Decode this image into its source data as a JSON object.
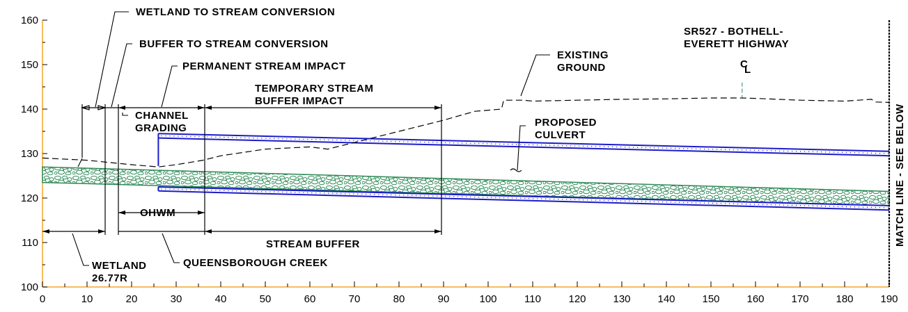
{
  "chart_data": {
    "type": "line",
    "x_ticks": [
      0,
      10,
      20,
      30,
      40,
      50,
      60,
      70,
      80,
      90,
      100,
      110,
      120,
      130,
      140,
      150,
      160,
      170,
      180,
      190
    ],
    "y_ticks": [
      100,
      110,
      120,
      130,
      140,
      150,
      160
    ],
    "xlim": [
      0,
      190
    ],
    "ylim": [
      100,
      160
    ],
    "grid": false,
    "series": [
      {
        "name": "EXISTING GROUND",
        "style": "dashed",
        "x": [
          0,
          10,
          20,
          26,
          30,
          36,
          40,
          50,
          60,
          64,
          70,
          80,
          90,
          97,
          103,
          103.5,
          108,
          110,
          120,
          130,
          140,
          150,
          157,
          160,
          170,
          180,
          186,
          187,
          190
        ],
        "y": [
          129,
          128.5,
          127.5,
          127,
          127.5,
          128.5,
          129.5,
          131,
          131.5,
          131,
          132.5,
          135,
          137.5,
          139.5,
          140,
          142,
          142,
          141.8,
          142,
          142.2,
          142.3,
          142.5,
          142.5,
          142.4,
          142,
          141.8,
          142.2,
          141.6,
          141.5
        ]
      }
    ],
    "culvert": {
      "x": [
        26,
        190
      ],
      "top_outer": [
        134.5,
        130.5
      ],
      "top_inner": [
        133.5,
        129.5
      ],
      "bottom_inner": [
        122.5,
        118.3
      ],
      "bottom_outer": [
        121.6,
        117.3
      ]
    },
    "streambed": {
      "x": [
        0,
        190
      ],
      "top": [
        127,
        121.5
      ],
      "bottom": [
        123.5,
        118.3
      ]
    },
    "centerline_x": 157,
    "match_line_x": 190
  },
  "annotations": {
    "wetland_to_stream": "WETLAND TO STREAM CONVERSION",
    "buffer_to_stream": "BUFFER TO STREAM CONVERSION",
    "permanent_impact": "PERMANENT STREAM IMPACT",
    "temporary_impact_1": "TEMPORARY STREAM",
    "temporary_impact_2": "BUFFER IMPACT",
    "channel_grading_1": "CHANNEL",
    "channel_grading_2": "GRADING",
    "existing_ground_1": "EXISTING",
    "existing_ground_2": "GROUND",
    "highway_1": "SR527 - BOTHELL-",
    "highway_2": "EVERETT HIGHWAY",
    "centerline_symbol": "C",
    "centerline_sub": "L",
    "proposed_culvert_1": "PROPOSED",
    "proposed_culvert_2": "CULVERT",
    "ohwm": "OHWM",
    "stream_buffer": "STREAM BUFFER",
    "wetland_1": "WETLAND",
    "wetland_2": "26.77R",
    "queensborough_creek": "QUEENSBOROUGH CREEK",
    "match_line": "MATCH LINE - SEE BELOW"
  },
  "colors": {
    "axis": "#f5a623",
    "culvert": "#1c1cc8",
    "streambed": "#2e8b57",
    "ink": "#000000",
    "centerline": "#2e8b57"
  }
}
